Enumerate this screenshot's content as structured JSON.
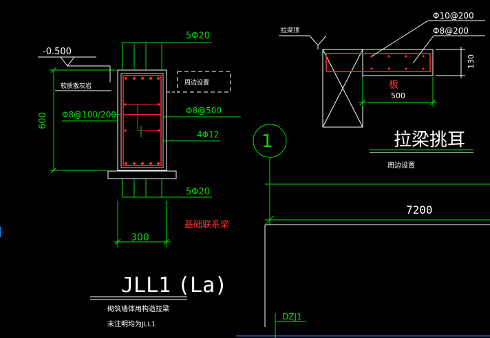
{
  "colors": {
    "background": "#000000",
    "line_white": "#ffffff",
    "line_green": "#00e000",
    "rebar_red": "#ff2a2a",
    "label_red": "#ff3030",
    "tick_cyan": "#00a0ff"
  },
  "beam": {
    "top_bar": "5Φ20",
    "bottom_bar": "5Φ20",
    "elevation": "-0.500",
    "stirrup": "Φ8@100/200",
    "tie": "Φ8@500",
    "side_bar": "4Φ12",
    "height_dim": "600",
    "width_dim": "300",
    "top_note": "软质散灰岩",
    "side_note": "周边设置",
    "title_red": "基础联系梁",
    "name": "JLL1",
    "name_suffix": "(La)",
    "footnote_1": "砌筑墙体用构造拉梁",
    "footnote_2": "未注明均为JLL1"
  },
  "ear": {
    "label_beam_top": "拉梁顶",
    "bar_1": "Φ10@200",
    "bar_2": "Φ8@200",
    "depth_dim": "130",
    "length_dim": "500",
    "slab_label": "板",
    "title": "拉梁挑耳",
    "note": "周边设置"
  },
  "grid": {
    "axis": "1",
    "span": "7200",
    "column": "DZJ1"
  }
}
